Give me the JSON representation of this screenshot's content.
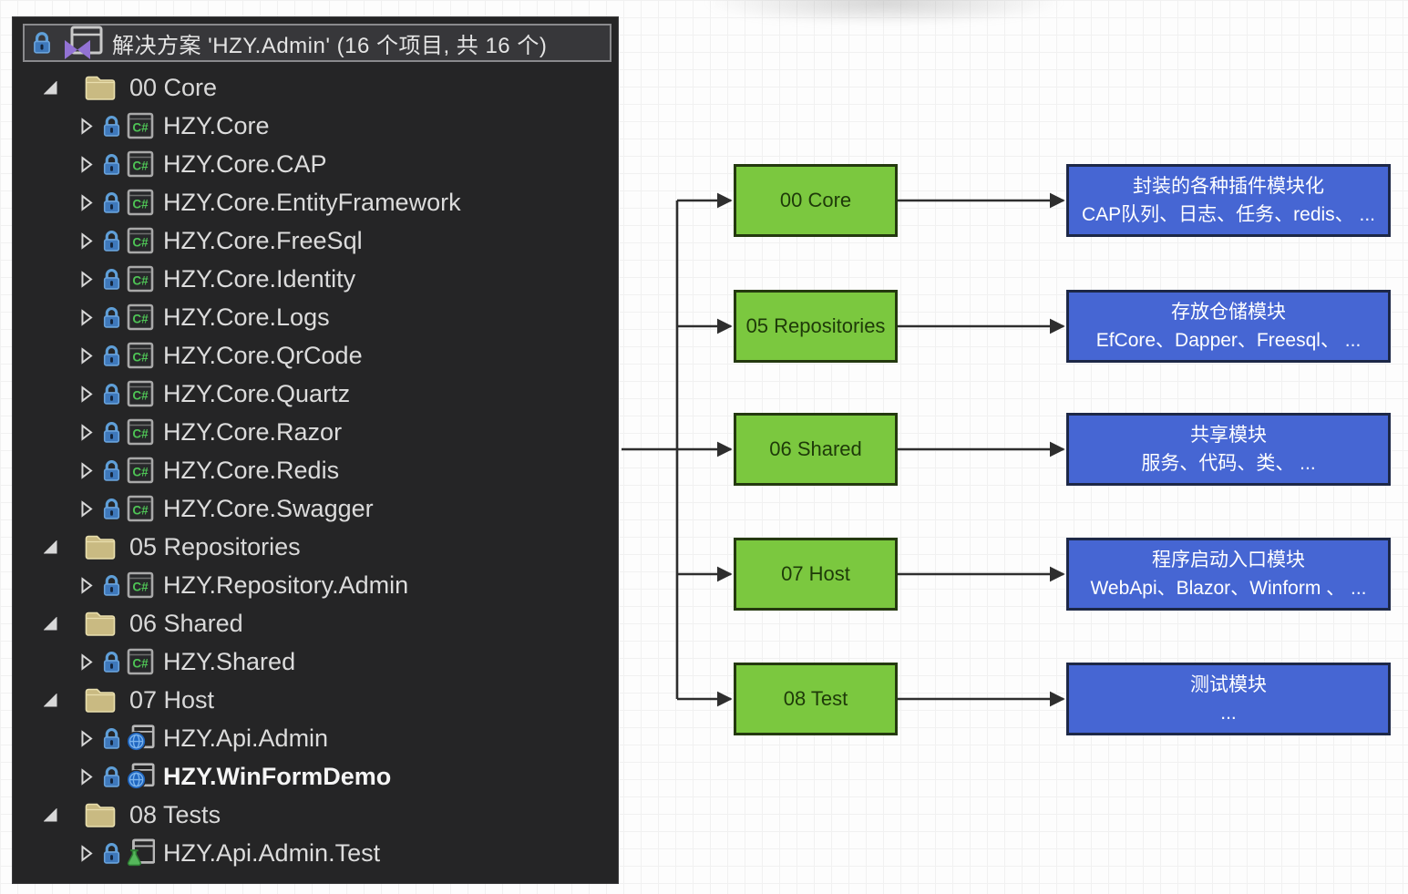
{
  "solution_explorer": {
    "title": "解决方案 'HZY.Admin' (16 个项目, 共 16 个)",
    "items": [
      {
        "type": "folder",
        "icon": "folder",
        "label": "00 Core"
      },
      {
        "type": "project",
        "icon": "csharp",
        "label": "HZY.Core"
      },
      {
        "type": "project",
        "icon": "csharp",
        "label": "HZY.Core.CAP"
      },
      {
        "type": "project",
        "icon": "csharp",
        "label": "HZY.Core.EntityFramework"
      },
      {
        "type": "project",
        "icon": "csharp",
        "label": "HZY.Core.FreeSql"
      },
      {
        "type": "project",
        "icon": "csharp",
        "label": "HZY.Core.Identity"
      },
      {
        "type": "project",
        "icon": "csharp",
        "label": "HZY.Core.Logs"
      },
      {
        "type": "project",
        "icon": "csharp",
        "label": "HZY.Core.QrCode"
      },
      {
        "type": "project",
        "icon": "csharp",
        "label": "HZY.Core.Quartz"
      },
      {
        "type": "project",
        "icon": "csharp",
        "label": "HZY.Core.Razor"
      },
      {
        "type": "project",
        "icon": "csharp",
        "label": "HZY.Core.Redis"
      },
      {
        "type": "project",
        "icon": "csharp",
        "label": "HZY.Core.Swagger"
      },
      {
        "type": "folder",
        "icon": "folder",
        "label": "05 Repositories"
      },
      {
        "type": "project",
        "icon": "csharp",
        "label": "HZY.Repository.Admin"
      },
      {
        "type": "folder",
        "icon": "folder",
        "label": "06 Shared"
      },
      {
        "type": "project",
        "icon": "csharp",
        "label": "HZY.Shared"
      },
      {
        "type": "folder",
        "icon": "folder",
        "label": "07 Host"
      },
      {
        "type": "project",
        "icon": "web",
        "label": "HZY.Api.Admin"
      },
      {
        "type": "project",
        "icon": "web",
        "label": "HZY.WinFormDemo",
        "bold": true
      },
      {
        "type": "folder",
        "icon": "folder",
        "label": "08 Tests"
      },
      {
        "type": "project",
        "icon": "test",
        "label": "HZY.Api.Admin.Test"
      }
    ]
  },
  "diagram": {
    "nodes": [
      {
        "label": "00 Core",
        "desc_title": "封装的各种插件模块化",
        "desc_detail": "CAP队列、日志、任务、redis、 ..."
      },
      {
        "label": "05 Repositories",
        "desc_title": "存放仓储模块",
        "desc_detail": "EfCore、Dapper、Freesql、 ..."
      },
      {
        "label": "06 Shared",
        "desc_title": "共享模块",
        "desc_detail": "服务、代码、类、 ..."
      },
      {
        "label": "07 Host",
        "desc_title": "程序启动入口模块",
        "desc_detail": "WebApi、Blazor、Winform 、 ..."
      },
      {
        "label": "08 Test",
        "desc_title": "测试模块",
        "desc_detail": "..."
      }
    ],
    "colors": {
      "module_fill": "#7bc83f",
      "module_border": "#24390f",
      "desc_fill": "#4666d3",
      "desc_border": "#1d2847",
      "connector": "#2e2e2e"
    }
  }
}
